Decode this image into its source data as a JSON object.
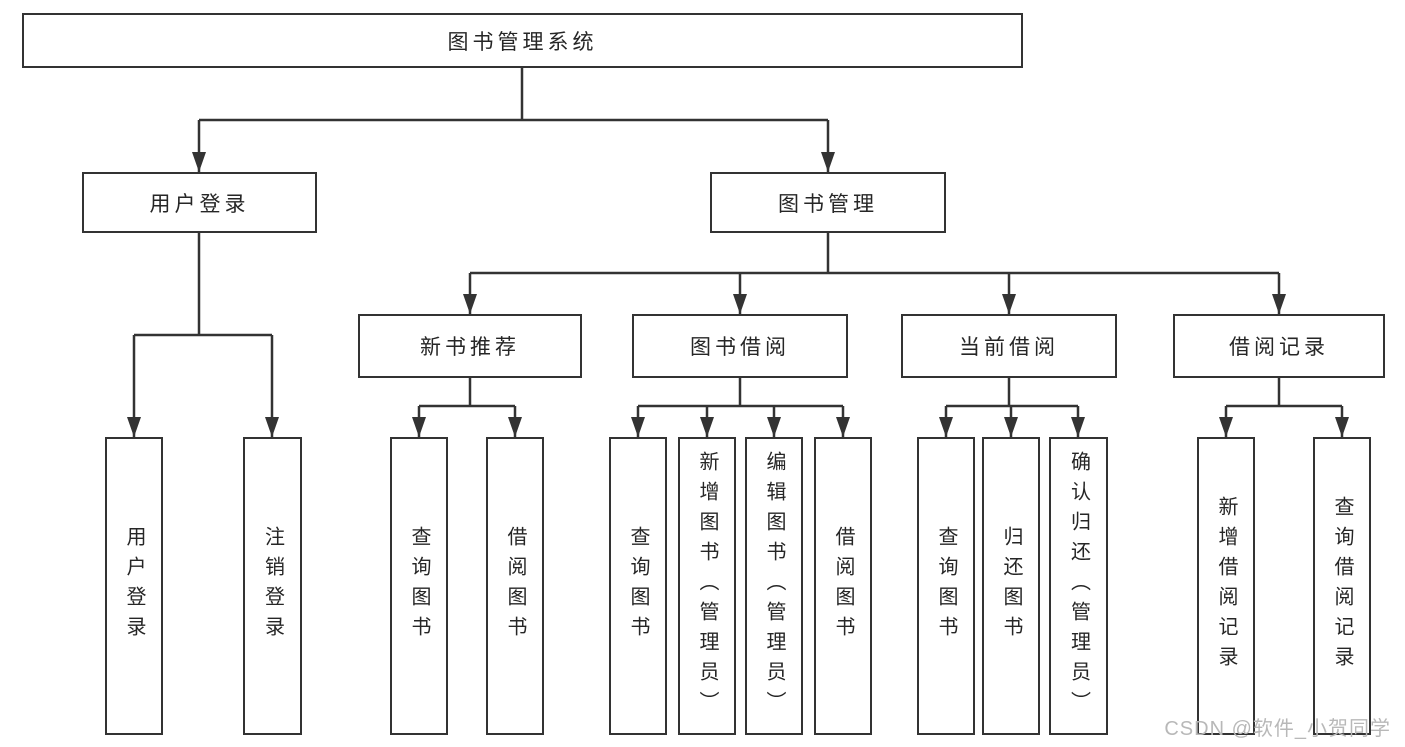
{
  "diagram": {
    "root": {
      "label": "图书管理系统"
    },
    "branches": [
      {
        "label": "用户登录",
        "children": [
          {
            "label": "用户登录"
          },
          {
            "label": "注销登录"
          }
        ]
      },
      {
        "label": "图书管理",
        "children": [
          {
            "label": "新书推荐",
            "children": [
              {
                "label": "查询图书"
              },
              {
                "label": "借阅图书"
              }
            ]
          },
          {
            "label": "图书借阅",
            "children": [
              {
                "label": "查询图书"
              },
              {
                "label": "新增图书（管理员）"
              },
              {
                "label": "编辑图书（管理员）"
              },
              {
                "label": "借阅图书"
              }
            ]
          },
          {
            "label": "当前借阅",
            "children": [
              {
                "label": "查询图书"
              },
              {
                "label": "归还图书"
              },
              {
                "label": "确认归还（管理员）"
              }
            ]
          },
          {
            "label": "借阅记录",
            "children": [
              {
                "label": "新增借阅记录"
              },
              {
                "label": "查询借阅记录"
              }
            ]
          }
        ]
      }
    ]
  },
  "watermark": {
    "text": "CSDN @软件_小贺同学"
  },
  "colors": {
    "line": "#333333",
    "box_border": "#333333",
    "text": "#262626",
    "background": "#ffffff",
    "watermark": "#b8b8b8"
  }
}
